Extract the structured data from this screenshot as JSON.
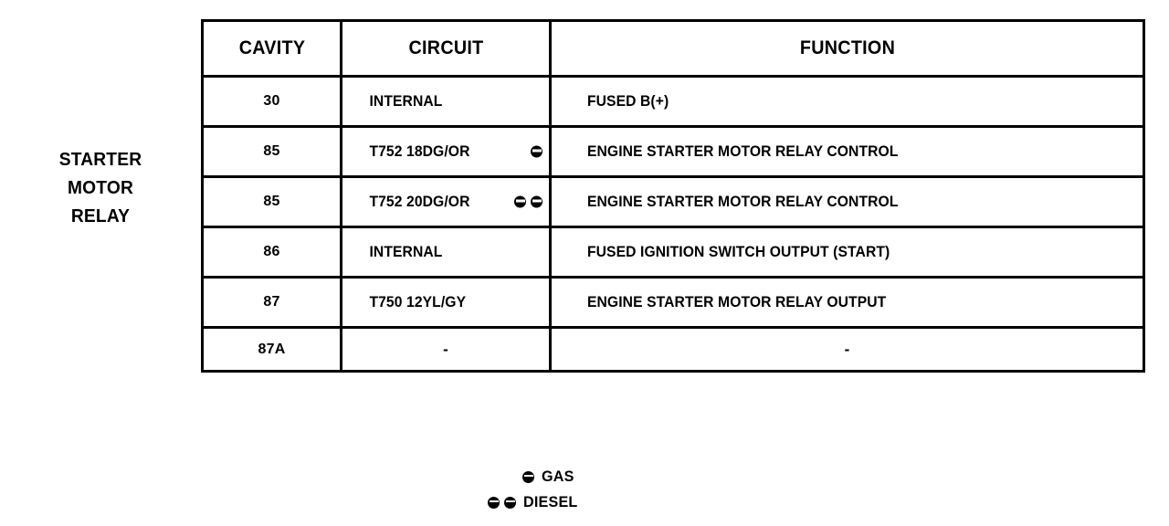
{
  "component": {
    "label_lines": [
      "STARTER",
      "MOTOR",
      "RELAY"
    ]
  },
  "table": {
    "headers": {
      "cavity": "CAVITY",
      "circuit": "CIRCUIT",
      "function": "FUNCTION"
    },
    "rows": [
      {
        "cavity": "30",
        "circuit": "INTERNAL",
        "markers": 0,
        "function": "FUSED B(+)"
      },
      {
        "cavity": "85",
        "circuit": "T752 18DG/OR",
        "markers": 1,
        "function": "ENGINE STARTER MOTOR RELAY CONTROL"
      },
      {
        "cavity": "85",
        "circuit": "T752 20DG/OR",
        "markers": 2,
        "function": "ENGINE STARTER MOTOR RELAY CONTROL"
      },
      {
        "cavity": "86",
        "circuit": "INTERNAL",
        "markers": 0,
        "function": "FUSED IGNITION SWITCH OUTPUT (START)"
      },
      {
        "cavity": "87",
        "circuit": "T750 12YL/GY",
        "markers": 0,
        "function": "ENGINE STARTER MOTOR RELAY OUTPUT"
      },
      {
        "cavity": "87A",
        "circuit": "-",
        "markers": 0,
        "function": "-"
      }
    ]
  },
  "legend": {
    "items": [
      {
        "markers": 1,
        "label": "GAS",
        "icon": "fuel-marker-icon"
      },
      {
        "markers": 2,
        "label": "DIESEL",
        "icon": "fuel-marker-icon"
      }
    ]
  },
  "colors": {
    "ink": "#000000",
    "paper": "#ffffff"
  }
}
